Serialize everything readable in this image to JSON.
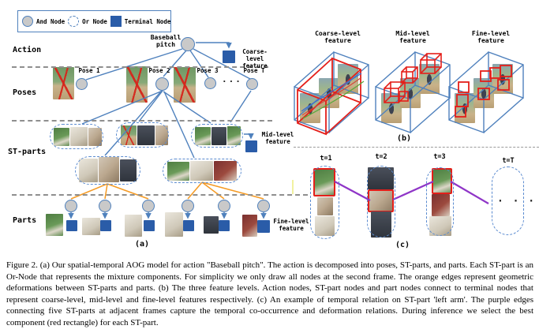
{
  "legend": {
    "and_node": "And Node",
    "or_node": "Or Node",
    "terminal_node": "Terminal Node"
  },
  "panel_a": {
    "row_labels": {
      "action": "Action",
      "poses": "Poses",
      "st_parts": "ST-parts",
      "parts": "Parts"
    },
    "action_node": "Baseball pitch",
    "features": {
      "coarse": "Coarse-level feature",
      "mid": "Mid-level feature",
      "fine": "Fine-level feature"
    },
    "pose_labels": [
      "Pose 1",
      "Pose 2",
      "Pose 3",
      "Pose T"
    ],
    "pose_ellipsis": "···",
    "caption_label": "(a)"
  },
  "panel_b": {
    "box_labels": [
      "Coarse-level feature",
      "Mid-level feature",
      "Fine-level feature"
    ],
    "caption_label": "(b)"
  },
  "panel_c": {
    "time_labels": [
      "t=1",
      "t=2",
      "t=3",
      "t=T"
    ],
    "ellipsis": "· · ·",
    "caption_label": "(c)"
  },
  "figure_caption": "Figure 2. (a) Our spatial-temporal AOG model for action \"Baseball pitch\". The action is decomposed into poses, ST-parts, and parts. Each ST-part is an Or-Node that represents the mixture components. For simplicity we only draw all nodes at the second frame. The orange edges represent geometric deformations between ST-parts and parts. (b) The three feature levels. Action nodes, ST-part nodes and part nodes connect to terminal nodes that represent coarse-level, mid-level and fine-level features respectively. (c) An example of temporal relation on ST-part 'left arm'. The purple edges connecting five ST-parts at adjacent frames capture the temporal co-occurrence and deformation relations. During inference we select the best component (red rectangle) for each ST-part.",
  "colors": {
    "edge_blue": "#4f81bd",
    "terminal_blue": "#2a5ca8",
    "and_node_gray": "#c9c9c9",
    "or_dashed_blue": "#5b8bd0",
    "orange_edge": "#f59a23",
    "purple_edge": "#8f35c7",
    "red_box": "#e41f1a"
  }
}
